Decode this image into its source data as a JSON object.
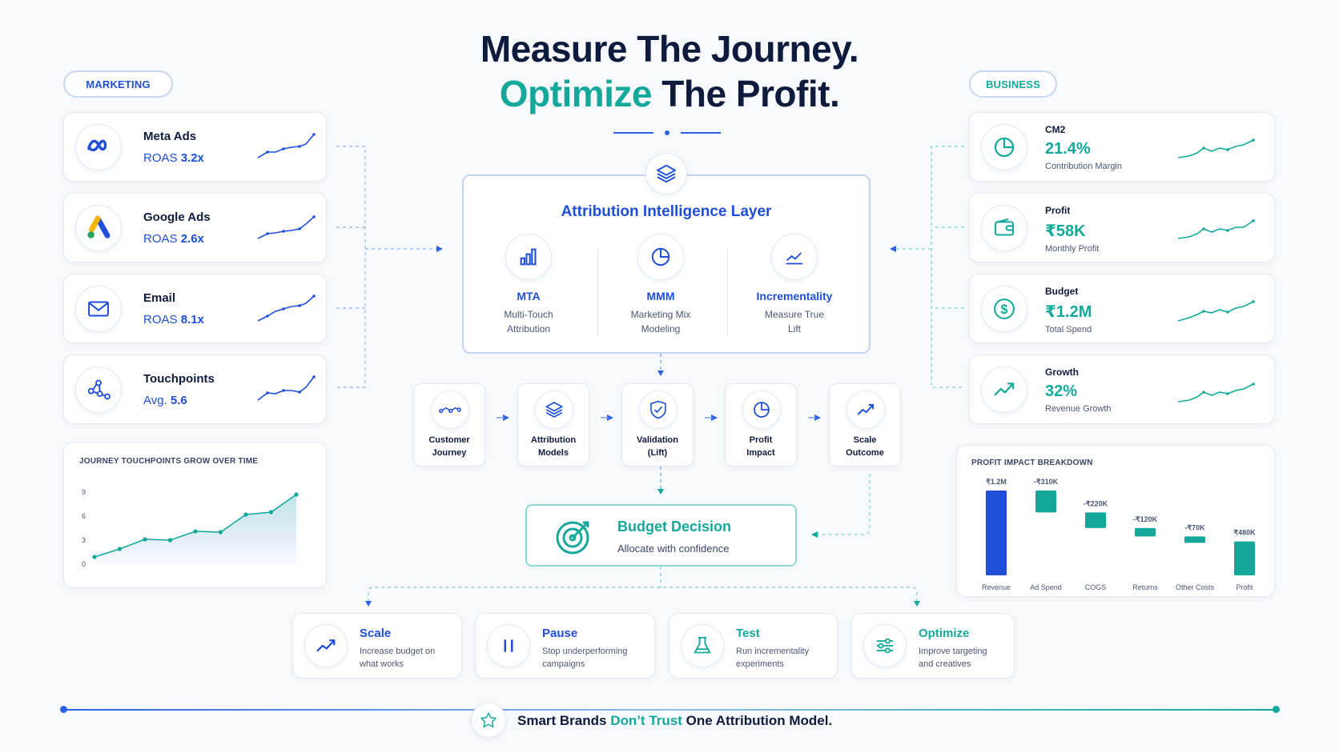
{
  "title": {
    "line1": "Measure The Journey.",
    "line2_highlight": "Optimize",
    "line2_rest": " The Profit."
  },
  "pills": {
    "marketing": "MARKETING",
    "business": "BUSINESS"
  },
  "channels": [
    {
      "name": "Meta Ads",
      "metric_label": "ROAS ",
      "metric_value": "3.2x",
      "icon": "meta-icon"
    },
    {
      "name": "Google Ads",
      "metric_label": "ROAS ",
      "metric_value": "2.6x",
      "icon": "google-ads-icon"
    },
    {
      "name": "Email",
      "metric_label": "ROAS ",
      "metric_value": "8.1x",
      "icon": "mail-icon"
    },
    {
      "name": "Touchpoints",
      "metric_label": "Avg. ",
      "metric_value": "5.6",
      "icon": "touchpoints-icon"
    }
  ],
  "kpis": [
    {
      "label": "CM2",
      "value": "21.4%",
      "sub": "Contribution Margin",
      "icon": "pie-icon"
    },
    {
      "label": "Profit",
      "value": "₹58K",
      "sub": "Monthly Profit",
      "icon": "wallet-icon"
    },
    {
      "label": "Budget",
      "value": "₹1.2M",
      "sub": "Total Spend",
      "icon": "dollar-icon"
    },
    {
      "label": "Growth",
      "value": "32%",
      "sub": "Revenue Growth",
      "icon": "growth-icon"
    }
  ],
  "layer": {
    "title": "Attribution Intelligence Layer",
    "methods": [
      {
        "name": "MTA",
        "sub1": "Multi-Touch",
        "sub2": "Attribution"
      },
      {
        "name": "MMM",
        "sub1": "Marketing Mix",
        "sub2": "Modeling"
      },
      {
        "name": "Incrementality",
        "sub1": "Measure True",
        "sub2": "Lift"
      }
    ]
  },
  "steps": [
    {
      "line1": "Customer",
      "line2": "Journey"
    },
    {
      "line1": "Attribution",
      "line2": "Models"
    },
    {
      "line1": "Validation",
      "line2": "(Lift)"
    },
    {
      "line1": "Profit",
      "line2": "Impact"
    },
    {
      "line1": "Scale",
      "line2": "Outcome"
    }
  ],
  "decision": {
    "title": "Budget Decision",
    "sub": "Allocate with confidence"
  },
  "actions": [
    {
      "title": "Scale",
      "sub1": "Increase budget on",
      "sub2": "what works"
    },
    {
      "title": "Pause",
      "sub1": "Stop underperforming",
      "sub2": "campaigns"
    },
    {
      "title": "Test",
      "sub1": "Run incrementality",
      "sub2": "experiments"
    },
    {
      "title": "Optimize",
      "sub1": "Improve targeting",
      "sub2": "and creatives"
    }
  ],
  "footer": {
    "part1": "Smart Brands ",
    "highlight": "Don’t Trust",
    "part2": " One Attribution Model."
  },
  "colors": {
    "navy": "#0f1b3d",
    "blue": "#1f4fd8",
    "teal": "#14a89b"
  },
  "chart_data": [
    {
      "type": "area",
      "title": "JOURNEY TOUCHPOINTS GROW OVER TIME",
      "y_ticks": [
        "0",
        "3",
        "6",
        "9"
      ],
      "ylim": [
        0,
        9
      ],
      "values": [
        0.9,
        1.9,
        3.1,
        3.0,
        4.1,
        4.0,
        6.2,
        6.5,
        8.7
      ]
    },
    {
      "type": "bar",
      "title": "PROFIT IMPACT BREAKDOWN",
      "categories": [
        "Revenue",
        "Ad Spend",
        "COGS",
        "Returns",
        "Other Costs",
        "Profit"
      ],
      "values": [
        1200,
        -310,
        -220,
        -120,
        -70,
        480
      ],
      "labels": [
        "₹1.2M",
        "-₹310K",
        "-₹220K",
        "-₹120K",
        "-₹70K",
        "₹480K"
      ],
      "colors": [
        "#1f4fd8",
        "#14a89b",
        "#14a89b",
        "#14a89b",
        "#14a89b",
        "#14a89b"
      ]
    }
  ]
}
